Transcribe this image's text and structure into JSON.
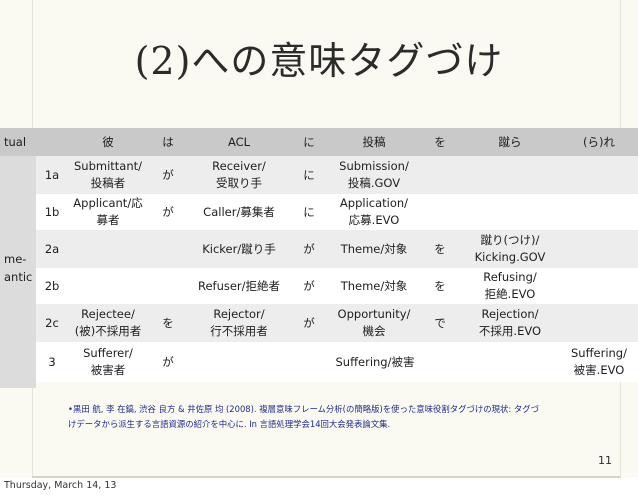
{
  "slide": {
    "title": "(2)への意味タグづけ",
    "page_number": "11",
    "date": "Thursday, March 14, 13"
  },
  "table": {
    "header": [
      "tual",
      "彼",
      "は",
      "ACL",
      "に",
      "投稿",
      "を",
      "蹴ら",
      "(ら)れ"
    ],
    "side_label_1": "me-",
    "side_label_2": "antic",
    "rows": [
      {
        "id": "1a",
        "c1": "Submittant/\n投稿者",
        "c2": "が",
        "c3": "Receiver/\n受取り手",
        "c4": "に",
        "c5": "Submission/\n投稿.GOV",
        "c6": "",
        "c7": "",
        "c8": ""
      },
      {
        "id": "1b",
        "c1": "Applicant/応\n募者",
        "c2": "が",
        "c3": "Caller/募集者",
        "c4": "に",
        "c5": "Application/\n応募.EVO",
        "c6": "",
        "c7": "",
        "c8": ""
      },
      {
        "id": "2a",
        "c1": "",
        "c2": "",
        "c3": "Kicker/蹴り手",
        "c4": "が",
        "c5": "Theme/対象",
        "c6": "を",
        "c7": "蹴り(つけ)/\nKicking.GOV",
        "c8": ""
      },
      {
        "id": "2b",
        "c1": "",
        "c2": "",
        "c3": "Refuser/拒絶者",
        "c4": "が",
        "c5": "Theme/対象",
        "c6": "を",
        "c7": "Refusing/\n拒絶.EVO",
        "c8": ""
      },
      {
        "id": "2c",
        "c1": "Rejectee/\n(被)不採用者",
        "c2": "を",
        "c3": "Rejector/\n行不採用者",
        "c4": "が",
        "c5": "Opportunity/\n機会",
        "c6": "で",
        "c7": "Rejection/\n不採用.EVO",
        "c8": ""
      },
      {
        "id": "3",
        "c1": "Sufferer/\n被害者",
        "c2": "が",
        "c3": "",
        "c4": "",
        "c5": "Suffering/被害",
        "c6": "",
        "c7": "",
        "c8": "Suffering/\n被害.EVO"
      }
    ]
  },
  "footnote": {
    "bullet": "•",
    "line1": "黒田 航, 李 在鎬, 渋谷 良方 & 井佐原 均 (2008). 複層意味フレーム分析(の簡略版)を使った意味役割タグづけの現状: タグづ",
    "line2": "けデータから派生する言語資源の紹介を中心に. In 言語処理学会14回大会発表論文集."
  },
  "colors": {
    "header_bg": "#c9c9c9",
    "side_bg": "#dcdcdc",
    "band_light": "#ededed",
    "band_white": "#ffffff",
    "footnote": "#1f2a8a"
  }
}
